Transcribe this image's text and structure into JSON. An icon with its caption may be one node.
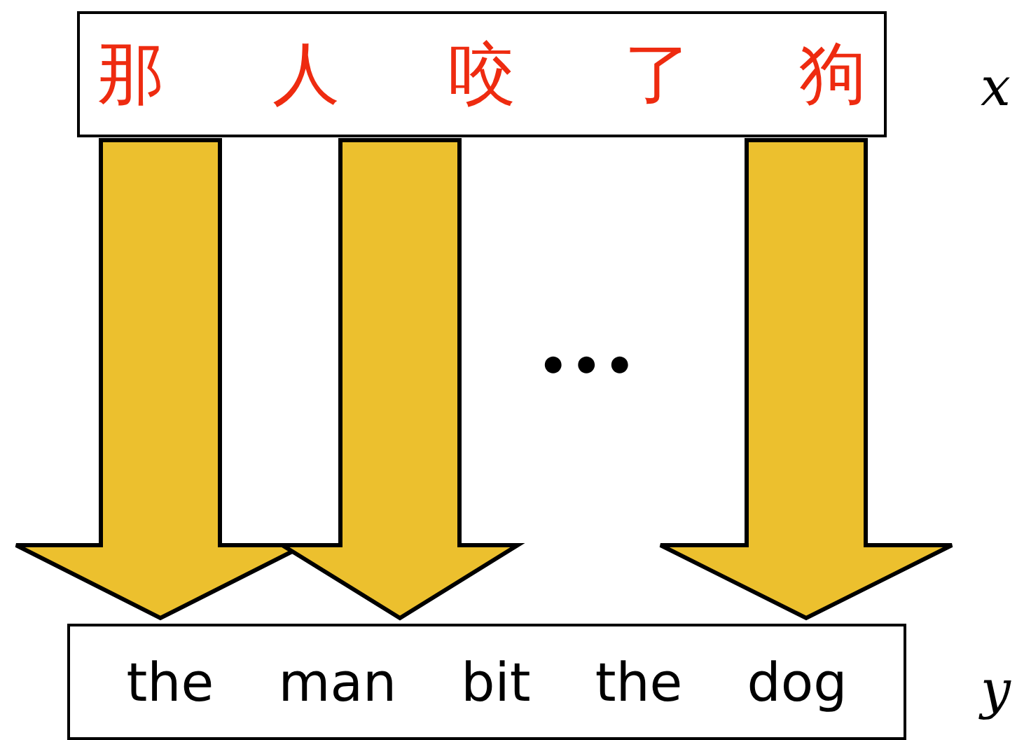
{
  "diagram": {
    "nodes": [
      {
        "text": [
          "那 人 咬 了 狗"
        ]
      },
      {
        "text": [
          "the man bit the dog"
        ]
      }
    ],
    "edges": [
      {
        "from": 0,
        "to": 1,
        "arrow": "to"
      },
      {
        "from": 0,
        "to": 1,
        "arrow": "to"
      },
      {
        "from": 0,
        "to": 1,
        "arrow": "to"
      }
    ],
    "labels": [
      "x",
      "•••",
      "y"
    ]
  }
}
